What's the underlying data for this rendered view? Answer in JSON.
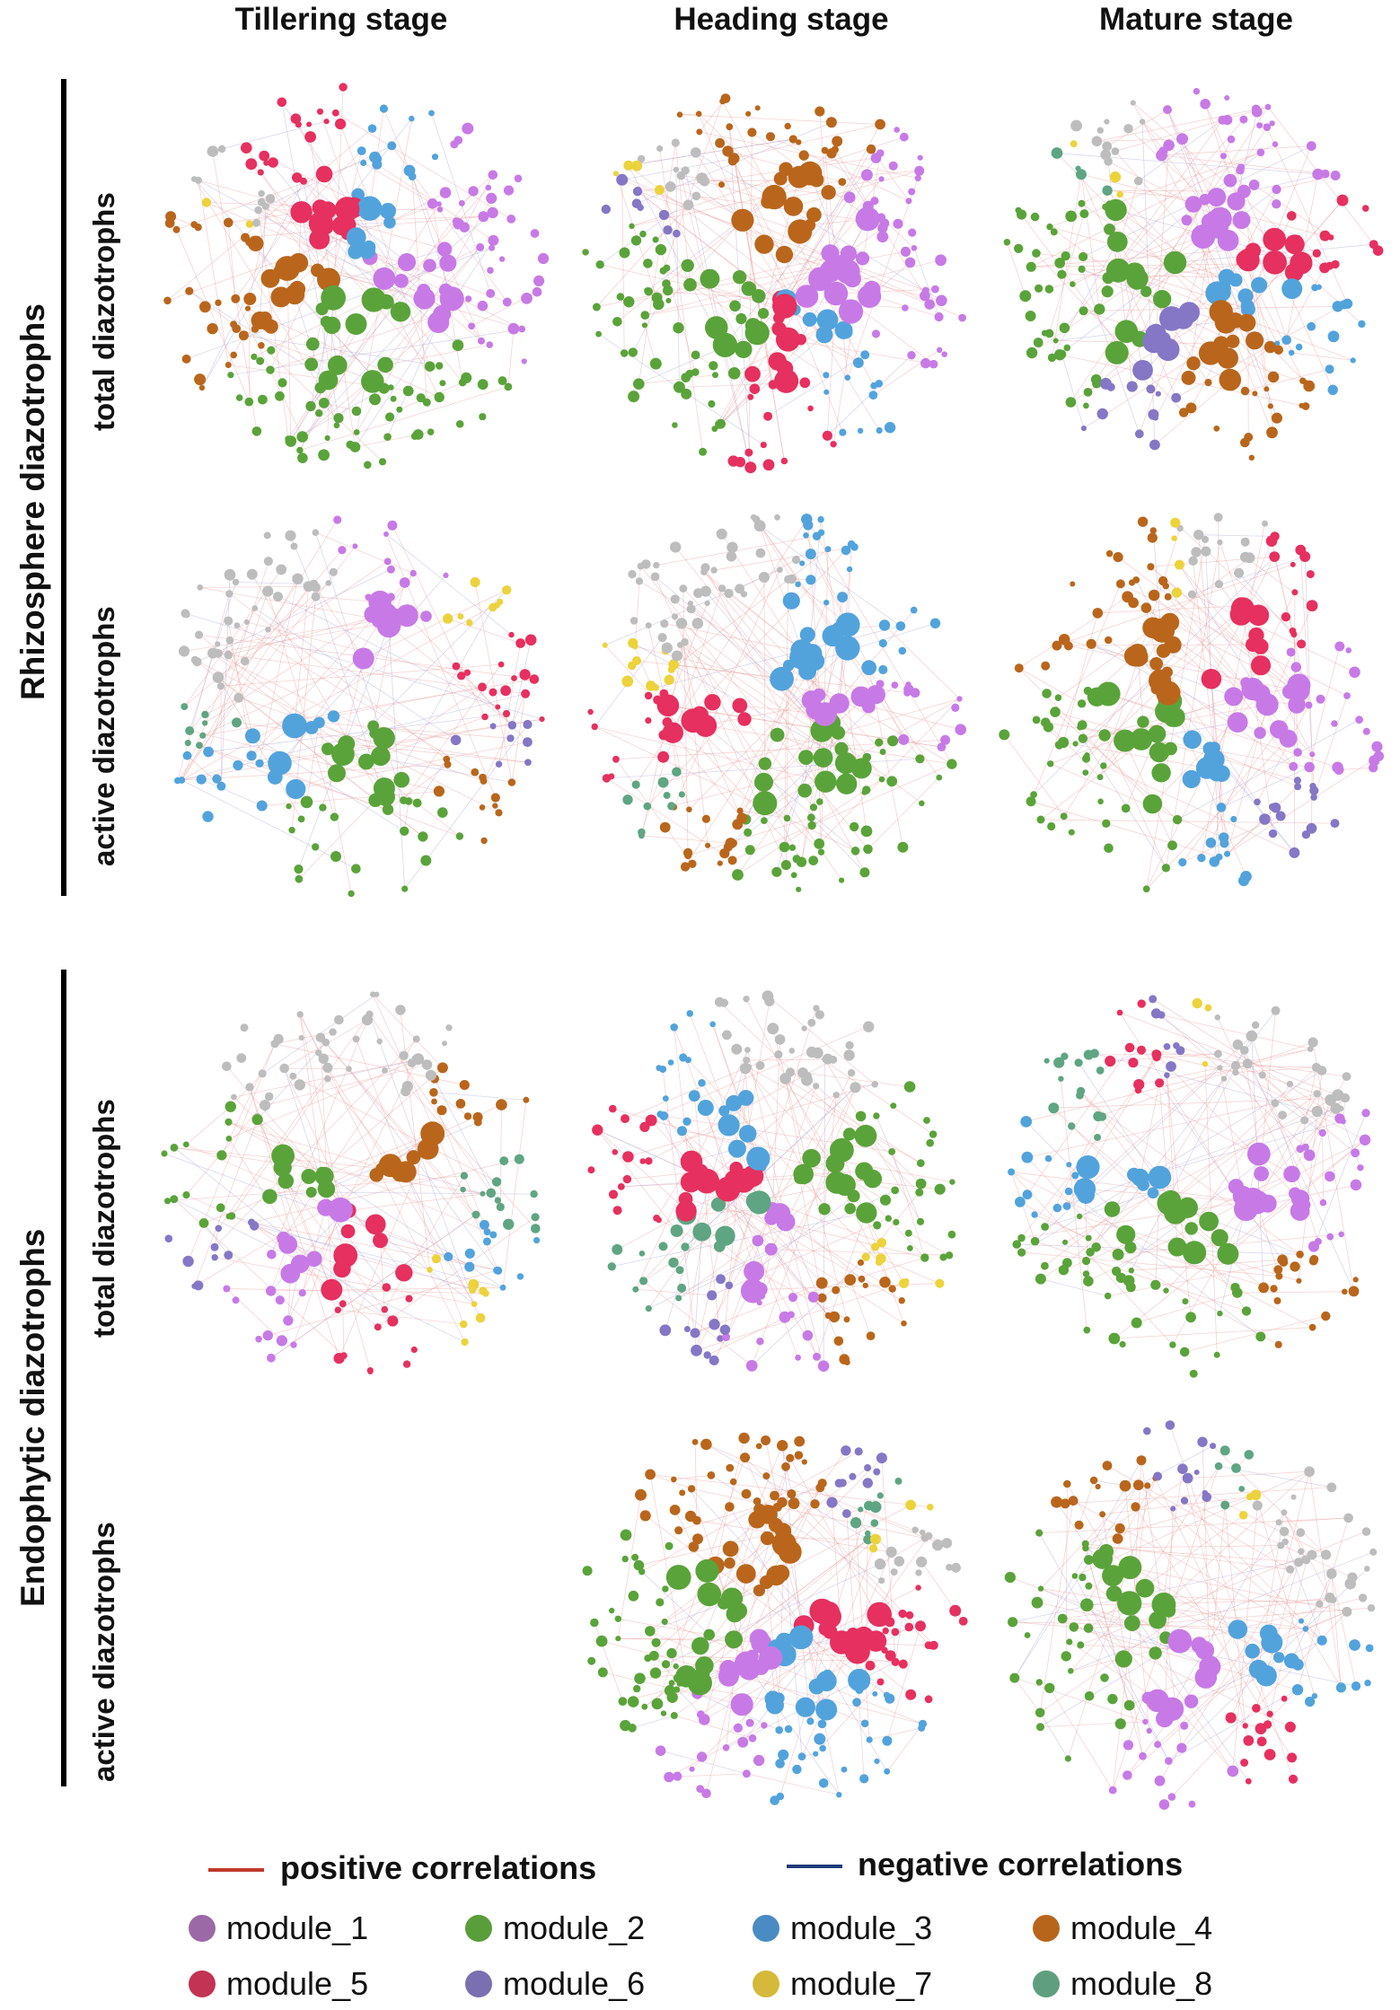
{
  "columns": [
    {
      "title": "Tillering stage"
    },
    {
      "title": "Heading stage"
    },
    {
      "title": "Mature stage"
    }
  ],
  "groups": [
    {
      "label": "Rhizosphere diazotrophs"
    },
    {
      "label": "Endophytic diazotrophs"
    }
  ],
  "rows": [
    {
      "label": "total diazotrophs"
    },
    {
      "label": "active  diazotrophs"
    },
    {
      "label": "total diazotrophs"
    },
    {
      "label": "active  diazotrophs"
    }
  ],
  "networks": [
    {
      "row": 0,
      "col": 0,
      "modules": {
        "module_5": 30,
        "module_3": 22,
        "module_1": 55,
        "module_2": 70,
        "module_4": 40,
        "module_7": 2,
        "gray": 10
      }
    },
    {
      "row": 0,
      "col": 1,
      "modules": {
        "module_4": 45,
        "module_1": 55,
        "module_3": 20,
        "module_5": 25,
        "module_2": 60,
        "module_6": 8,
        "module_7": 4,
        "gray": 12
      }
    },
    {
      "row": 0,
      "col": 2,
      "modules": {
        "module_1": 45,
        "module_5": 20,
        "module_3": 25,
        "module_4": 35,
        "module_6": 20,
        "module_2": 55,
        "module_8": 4,
        "module_7": 3,
        "gray": 12
      }
    },
    {
      "row": 1,
      "col": 0,
      "modules": {
        "module_1": 22,
        "module_7": 8,
        "module_5": 18,
        "module_6": 8,
        "module_4": 12,
        "module_2": 35,
        "module_3": 20,
        "module_8": 8,
        "gray": 40
      }
    },
    {
      "row": 1,
      "col": 1,
      "modules": {
        "module_3": 40,
        "module_1": 20,
        "module_2": 55,
        "module_4": 18,
        "module_8": 10,
        "module_5": 22,
        "module_7": 12,
        "gray": 45
      }
    },
    {
      "row": 1,
      "col": 2,
      "modules": {
        "module_5": 22,
        "module_1": 35,
        "module_6": 15,
        "module_3": 20,
        "module_2": 50,
        "module_4": 40,
        "module_7": 4,
        "gray": 15
      }
    },
    {
      "row": 2,
      "col": 0,
      "modules": {
        "module_4": 20,
        "module_8": 14,
        "module_3": 12,
        "module_7": 10,
        "module_5": 22,
        "module_1": 20,
        "module_6": 10,
        "module_2": 25,
        "gray": 45
      }
    },
    {
      "row": 2,
      "col": 1,
      "modules": {
        "module_2": 40,
        "module_7": 8,
        "module_4": 18,
        "module_1": 22,
        "module_6": 12,
        "module_8": 20,
        "module_5": 28,
        "module_3": 25,
        "gray": 40
      }
    },
    {
      "row": 2,
      "col": 2,
      "modules": {
        "module_1": 30,
        "module_4": 18,
        "module_2": 55,
        "module_3": 20,
        "module_8": 15,
        "module_5": 12,
        "module_6": 8,
        "module_7": 3,
        "gray": 30
      }
    },
    {
      "row": 3,
      "col": 1,
      "modules": {
        "module_5": 35,
        "module_3": 45,
        "module_1": 30,
        "module_2": 60,
        "module_4": 55,
        "module_6": 12,
        "module_8": 10,
        "module_7": 4,
        "gray": 15
      }
    },
    {
      "row": 3,
      "col": 2,
      "modules": {
        "module_3": 20,
        "module_5": 15,
        "module_1": 25,
        "module_2": 45,
        "module_4": 18,
        "module_6": 12,
        "module_8": 6,
        "module_7": 3,
        "gray": 30
      }
    }
  ],
  "legend": {
    "positive": {
      "label": "positive correlations",
      "color": "#c0392b"
    },
    "negative": {
      "label": "negative correlations",
      "color": "#1f3b78"
    },
    "modules": [
      {
        "label": "module_1",
        "color": "#9b6aa6"
      },
      {
        "label": "module_2",
        "color": "#5a9e3c"
      },
      {
        "label": "module_3",
        "color": "#4a8cc2"
      },
      {
        "label": "module_4",
        "color": "#b8651c"
      },
      {
        "label": "module_5",
        "color": "#c23354"
      },
      {
        "label": "module_6",
        "color": "#7a6fb0"
      },
      {
        "label": "module_7",
        "color": "#d4b93a"
      },
      {
        "label": "module_8",
        "color": "#5f9e7e"
      }
    ]
  },
  "node_colors": {
    "module_1": "#c77ae6",
    "module_2": "#5aa33a",
    "module_3": "#52a3dc",
    "module_4": "#b9661c",
    "module_5": "#e6305f",
    "module_6": "#8577c6",
    "module_7": "#ecd33c",
    "module_8": "#5fa583",
    "gray": "#bdbdbd"
  }
}
